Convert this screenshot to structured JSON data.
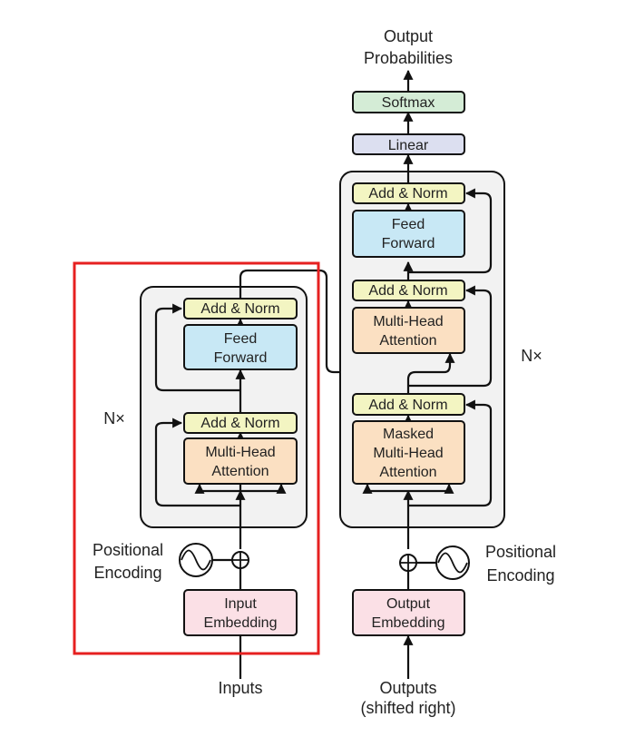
{
  "encoder": {
    "add_norm_top": "Add & Norm",
    "feed_forward": [
      "Feed",
      "Forward"
    ],
    "add_norm_bottom": "Add & Norm",
    "attention": [
      "Multi-Head",
      "Attention"
    ],
    "repeat": "N×",
    "positional_encoding": [
      "Positional",
      "Encoding"
    ],
    "embedding": [
      "Input",
      "Embedding"
    ],
    "input": "Inputs"
  },
  "decoder": {
    "output_probabilities": [
      "Output",
      "Probabilities"
    ],
    "softmax": "Softmax",
    "linear": "Linear",
    "add_norm_top": "Add & Norm",
    "feed_forward": [
      "Feed",
      "Forward"
    ],
    "add_norm_middle": "Add & Norm",
    "cross_attention": [
      "Multi-Head",
      "Attention"
    ],
    "add_norm_bottom": "Add & Norm",
    "masked_attention": [
      "Masked",
      "Multi-Head",
      "Attention"
    ],
    "repeat": "N×",
    "positional_encoding": [
      "Positional",
      "Encoding"
    ],
    "embedding": [
      "Output",
      "Embedding"
    ],
    "input": [
      "Outputs",
      "(shifted right)"
    ]
  },
  "colors": {
    "add_norm": "#f3f5c2",
    "feed_forward": "#c8e8f5",
    "attention": "#fbe0c2",
    "embedding": "#fbe0e6",
    "linear": "#dcdff0",
    "softmax": "#d4ecd6",
    "stack_background": "#f2f2f2",
    "highlight": "#e62020"
  },
  "icons": {
    "sum": "circled-plus-icon",
    "positional": "sine-wave-icon"
  }
}
